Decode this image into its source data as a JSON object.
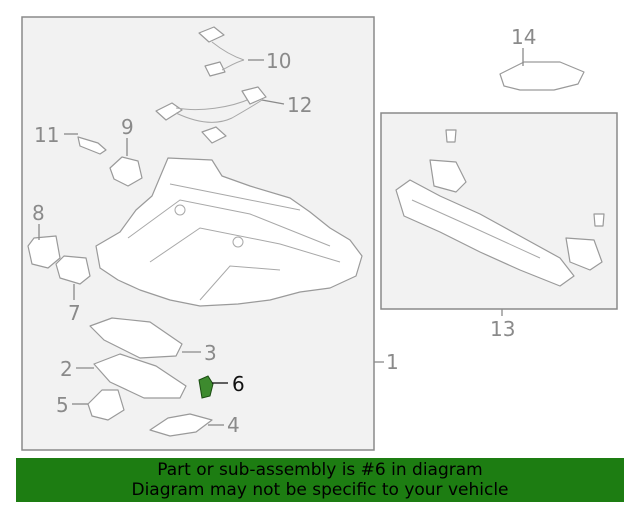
{
  "diagram": {
    "callouts": {
      "c1": "1",
      "c2": "2",
      "c3": "3",
      "c4": "4",
      "c5": "5",
      "c6": "6",
      "c7": "7",
      "c8": "8",
      "c9": "9",
      "c10": "10",
      "c11": "11",
      "c12": "12",
      "c13": "13",
      "c14": "14"
    },
    "highlighted_part": "6",
    "colors": {
      "highlight_part": "#3d8a2e",
      "banner": "#1d7d12",
      "line": "#8a8a8a"
    }
  },
  "banner": {
    "line1": "Part or sub-assembly is #6 in diagram",
    "line2": "Diagram may not be specific to your vehicle"
  }
}
